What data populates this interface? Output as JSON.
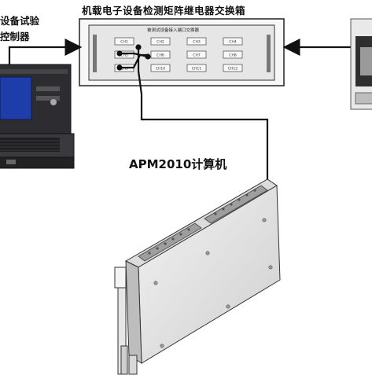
{
  "labels": {
    "matrix_title": "机载电子设备检测矩阵继电器交换箱",
    "controller_line1": "设备试验",
    "controller_line2": "控制器",
    "computer": "APM2010计算机",
    "panel_header": "被测试设备接入端口交换器"
  },
  "panel_ports": [
    [
      "CH1",
      "CH2",
      "CH3",
      "CH4"
    ],
    [
      "CH5",
      "CH6",
      "CH7",
      "CH8"
    ],
    [
      "CH9",
      "CH10",
      "CH11",
      "CH12"
    ]
  ],
  "colors": {
    "line": "#111111",
    "panel_bg": "#e6e6e6",
    "panel_border": "#333333"
  }
}
